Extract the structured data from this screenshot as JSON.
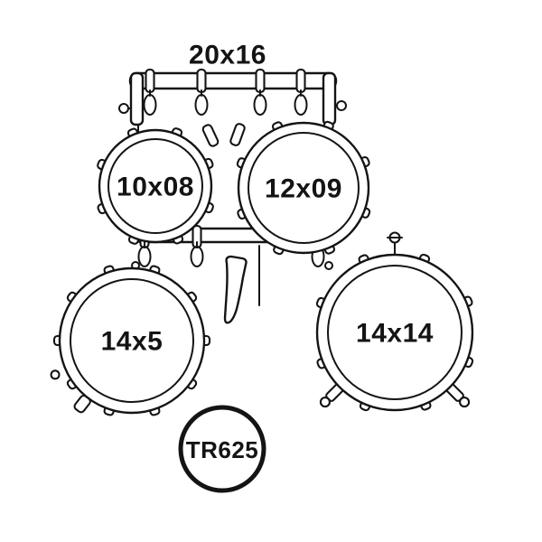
{
  "labels": {
    "bass_drum": "20x16",
    "rack_tom_1": "10x08",
    "rack_tom_2": "12x09",
    "snare": "14x5",
    "floor_tom": "14x14",
    "model": "TR625"
  },
  "colors": {
    "line": "#141414",
    "background": "#ffffff"
  }
}
